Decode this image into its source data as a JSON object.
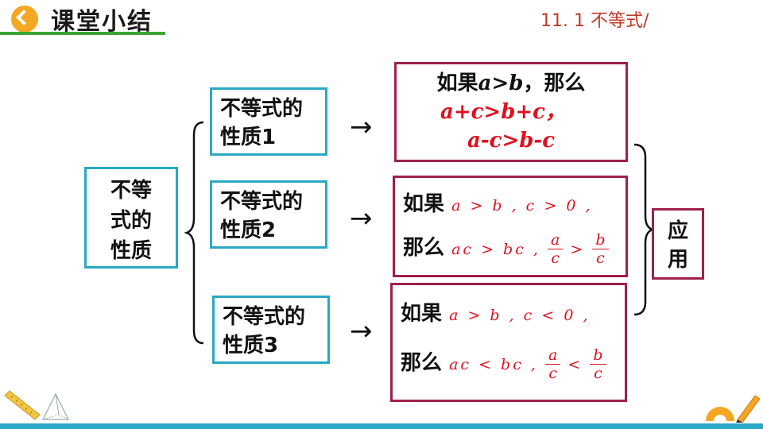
{
  "header": {
    "title": "课堂小结",
    "section": "11. 1  不等式/"
  },
  "main_box": {
    "lines": [
      "不等",
      "式的",
      "性质"
    ]
  },
  "properties": [
    {
      "lines": [
        "不等式的",
        "性质1"
      ]
    },
    {
      "lines": [
        "不等式的",
        "性质2"
      ]
    },
    {
      "lines": [
        "不等式的",
        "性质3"
      ]
    }
  ],
  "arrow_symbol": "→",
  "result1": {
    "if_label": "如果",
    "cond": "a>b",
    "then_label": "，那么",
    "line2": "a+c>b+c，",
    "line3": "a-c>b-c"
  },
  "result2": {
    "if_label": "如果",
    "cond": "a > b , c > 0 ,",
    "then_label": "那么",
    "concl": "ac > bc ,",
    "frac_left_num": "a",
    "frac_left_den": "c",
    "op": ">",
    "frac_right_num": "b",
    "frac_right_den": "c"
  },
  "result3": {
    "if_label": "如果",
    "cond": "a > b , c < 0 ,",
    "then_label": "那么",
    "concl": "ac < bc ,",
    "frac_left_num": "a",
    "frac_left_den": "c",
    "op": "<",
    "frac_right_num": "b",
    "frac_right_den": "c"
  },
  "apply_box": {
    "lines": [
      "应",
      "用"
    ]
  },
  "colors": {
    "accent_green": "#3aa635",
    "box_blue": "#2aa8c6",
    "box_pink": "#a0204a",
    "math_red": "#e0101e",
    "header_orange": "#f5a623"
  }
}
